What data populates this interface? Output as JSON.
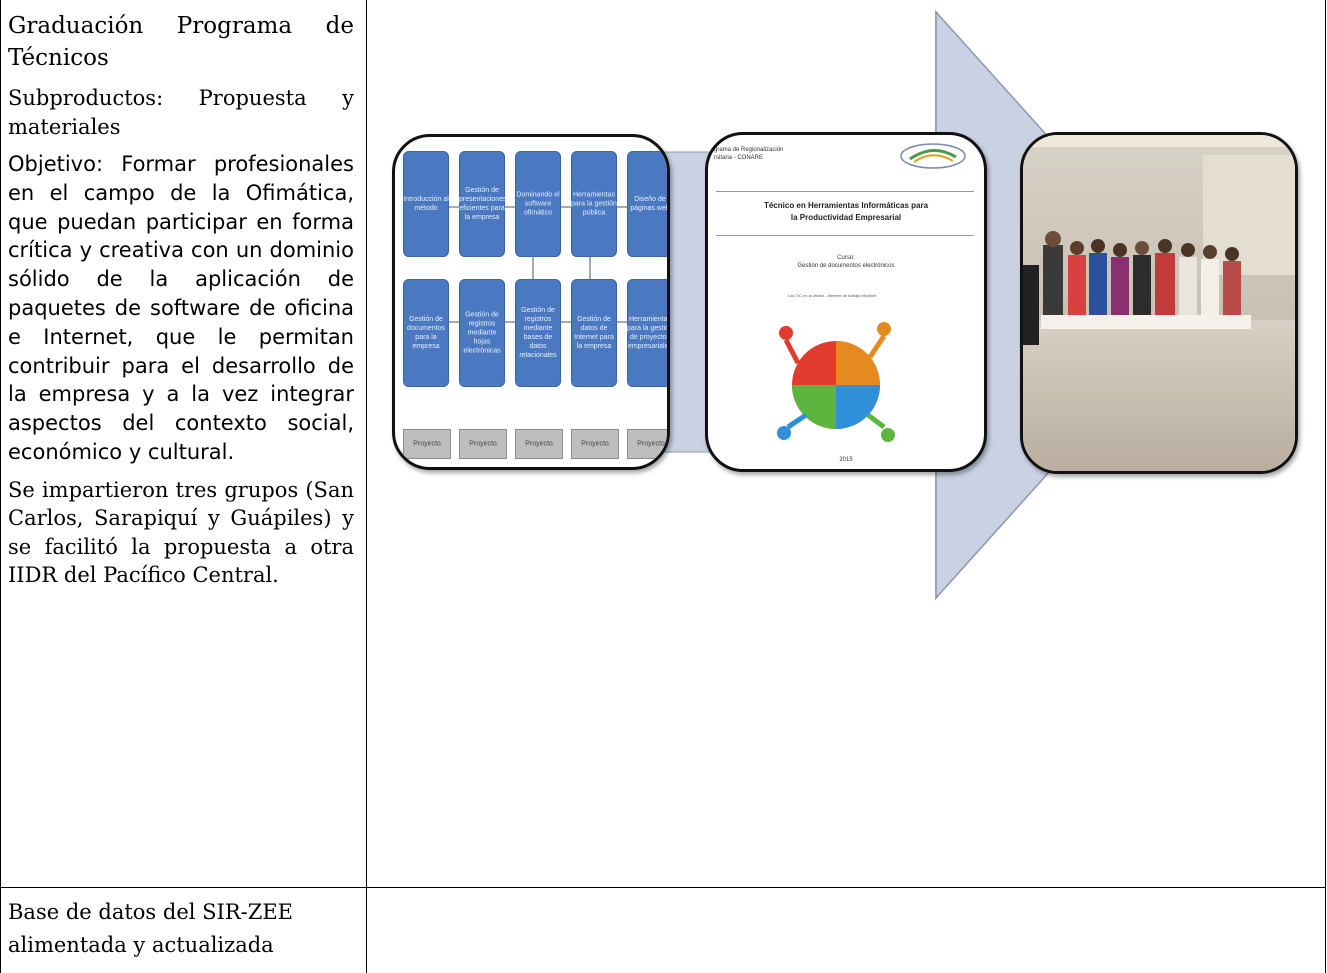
{
  "left_cell": {
    "title": "Graduación Programa de Técnicos",
    "subproducts": "Subproductos: Propuesta y materiales",
    "objective": "Objetivo: Formar profesionales en el campo de la Ofimática, que puedan participar en forma crítica y creativa con un dominio sólido de la aplicación de paquetes de software de oficina e Internet, que le permitan contribuir para el desarrollo de la empresa y a la vez integrar aspectos del contexto social, económico y cultural.",
    "groups": "Se impartieron tres grupos (San Carlos, Sarapiquí y Guápiles) y se facilitó la propuesta a otra IIDR del Pacífico Central."
  },
  "bottom_cell": {
    "text": "Base de datos del SIR-ZEE alimentada y actualizada"
  },
  "graphic": {
    "arrow_color": "#c9d1e3",
    "doc_cover": {
      "header_line1": "grama de Regionalización",
      "header_line2": "rsitaria - CONARE",
      "title_line1": "Técnico en Herramientas Informáticas para",
      "title_line2": "la Productividad Empresarial",
      "course_label": "Curso:",
      "course_name": "Gestión de documentos electrónicos",
      "small_note": "Las TIC en la oficina - Internet de trabajo eficiente",
      "year": "2015"
    },
    "flowchart": {
      "row1": [
        "Introducción al método",
        "Gestión de presentaciones eficientes para la empresa",
        "Dominando el software ofimático",
        "Herramientas para la gestión pública",
        "Diseño de páginas web"
      ],
      "row2": [
        "Gestión de documentos para la empresa",
        "Gestión de registros mediante hojas electrónicas",
        "Gestión de registros mediante bases de datos relacionales",
        "Gestión de datos de Internet para la empresa",
        "Herramientas para la gestión de proyectos empresariales"
      ],
      "row3": [
        "Proyecto",
        "Proyecto",
        "Proyecto",
        "Proyecto",
        "Proyecto"
      ]
    },
    "photo_icon": "graduation-photo"
  }
}
